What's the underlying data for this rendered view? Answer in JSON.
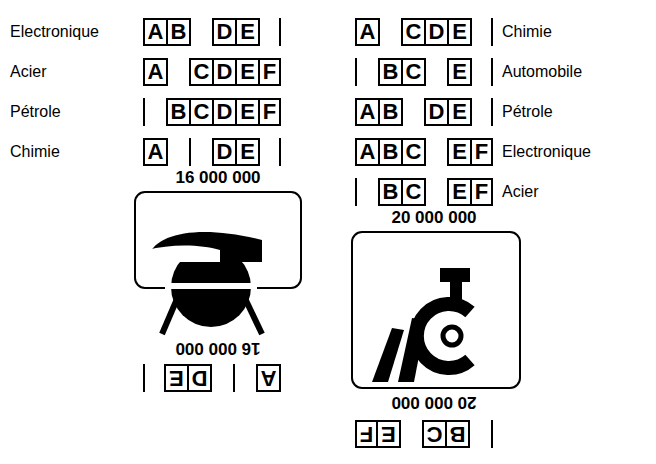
{
  "diagram": {
    "labels": [
      "Electronique",
      "A",
      "B",
      "D",
      "E",
      "Acier",
      "A",
      "C",
      "D",
      "E",
      "F",
      "Pétrole",
      "B",
      "C",
      "D",
      "E",
      "F",
      "Chimie",
      "A",
      "D",
      "E",
      "16 000 000",
      "16 000 000",
      "A",
      "D",
      "E",
      "A",
      "C",
      "D",
      "E",
      "Chimie",
      "B",
      "C",
      "E",
      "Automobile",
      "A",
      "B",
      "D",
      "E",
      "Pétrole",
      "A",
      "B",
      "C",
      "E",
      "F",
      "Electronique",
      "B",
      "C",
      "E",
      "F",
      "Acier",
      "20 000 000",
      "20 000 000",
      "B",
      "C",
      "E",
      "F"
    ]
  }
}
